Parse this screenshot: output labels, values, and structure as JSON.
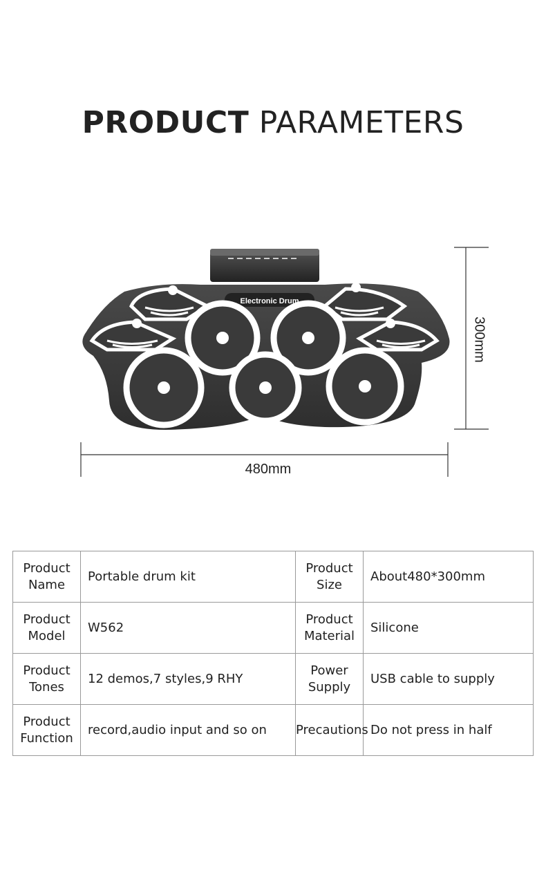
{
  "title": {
    "bold": "PRODUCT",
    "light": "PARAMETERS"
  },
  "figure": {
    "device_label": "Electronic Drum",
    "width_label": "480mm",
    "height_label": "300mm",
    "colors": {
      "pad": "#3a3a3a",
      "ring": "#ffffff",
      "panel": "#2b2b2b"
    }
  },
  "table": {
    "rows": [
      {
        "k1": [
          "Product",
          "Name"
        ],
        "v1": "Portable drum kit",
        "k2": [
          "Product",
          "Size"
        ],
        "v2": "About480*300mm"
      },
      {
        "k1": [
          "Product",
          "Model"
        ],
        "v1": "W562",
        "k2": [
          "Product",
          "Material"
        ],
        "v2": "Silicone"
      },
      {
        "k1": [
          "Product",
          "Tones"
        ],
        "v1": "12 demos,7 styles,9 RHY",
        "k2": [
          "Power",
          "Supply"
        ],
        "v2": "USB cable to supply"
      },
      {
        "k1": [
          "Product",
          "Function"
        ],
        "v1": "record,audio input and so on",
        "k2": [
          "Precautions"
        ],
        "v2": "Do not press in half"
      }
    ]
  }
}
